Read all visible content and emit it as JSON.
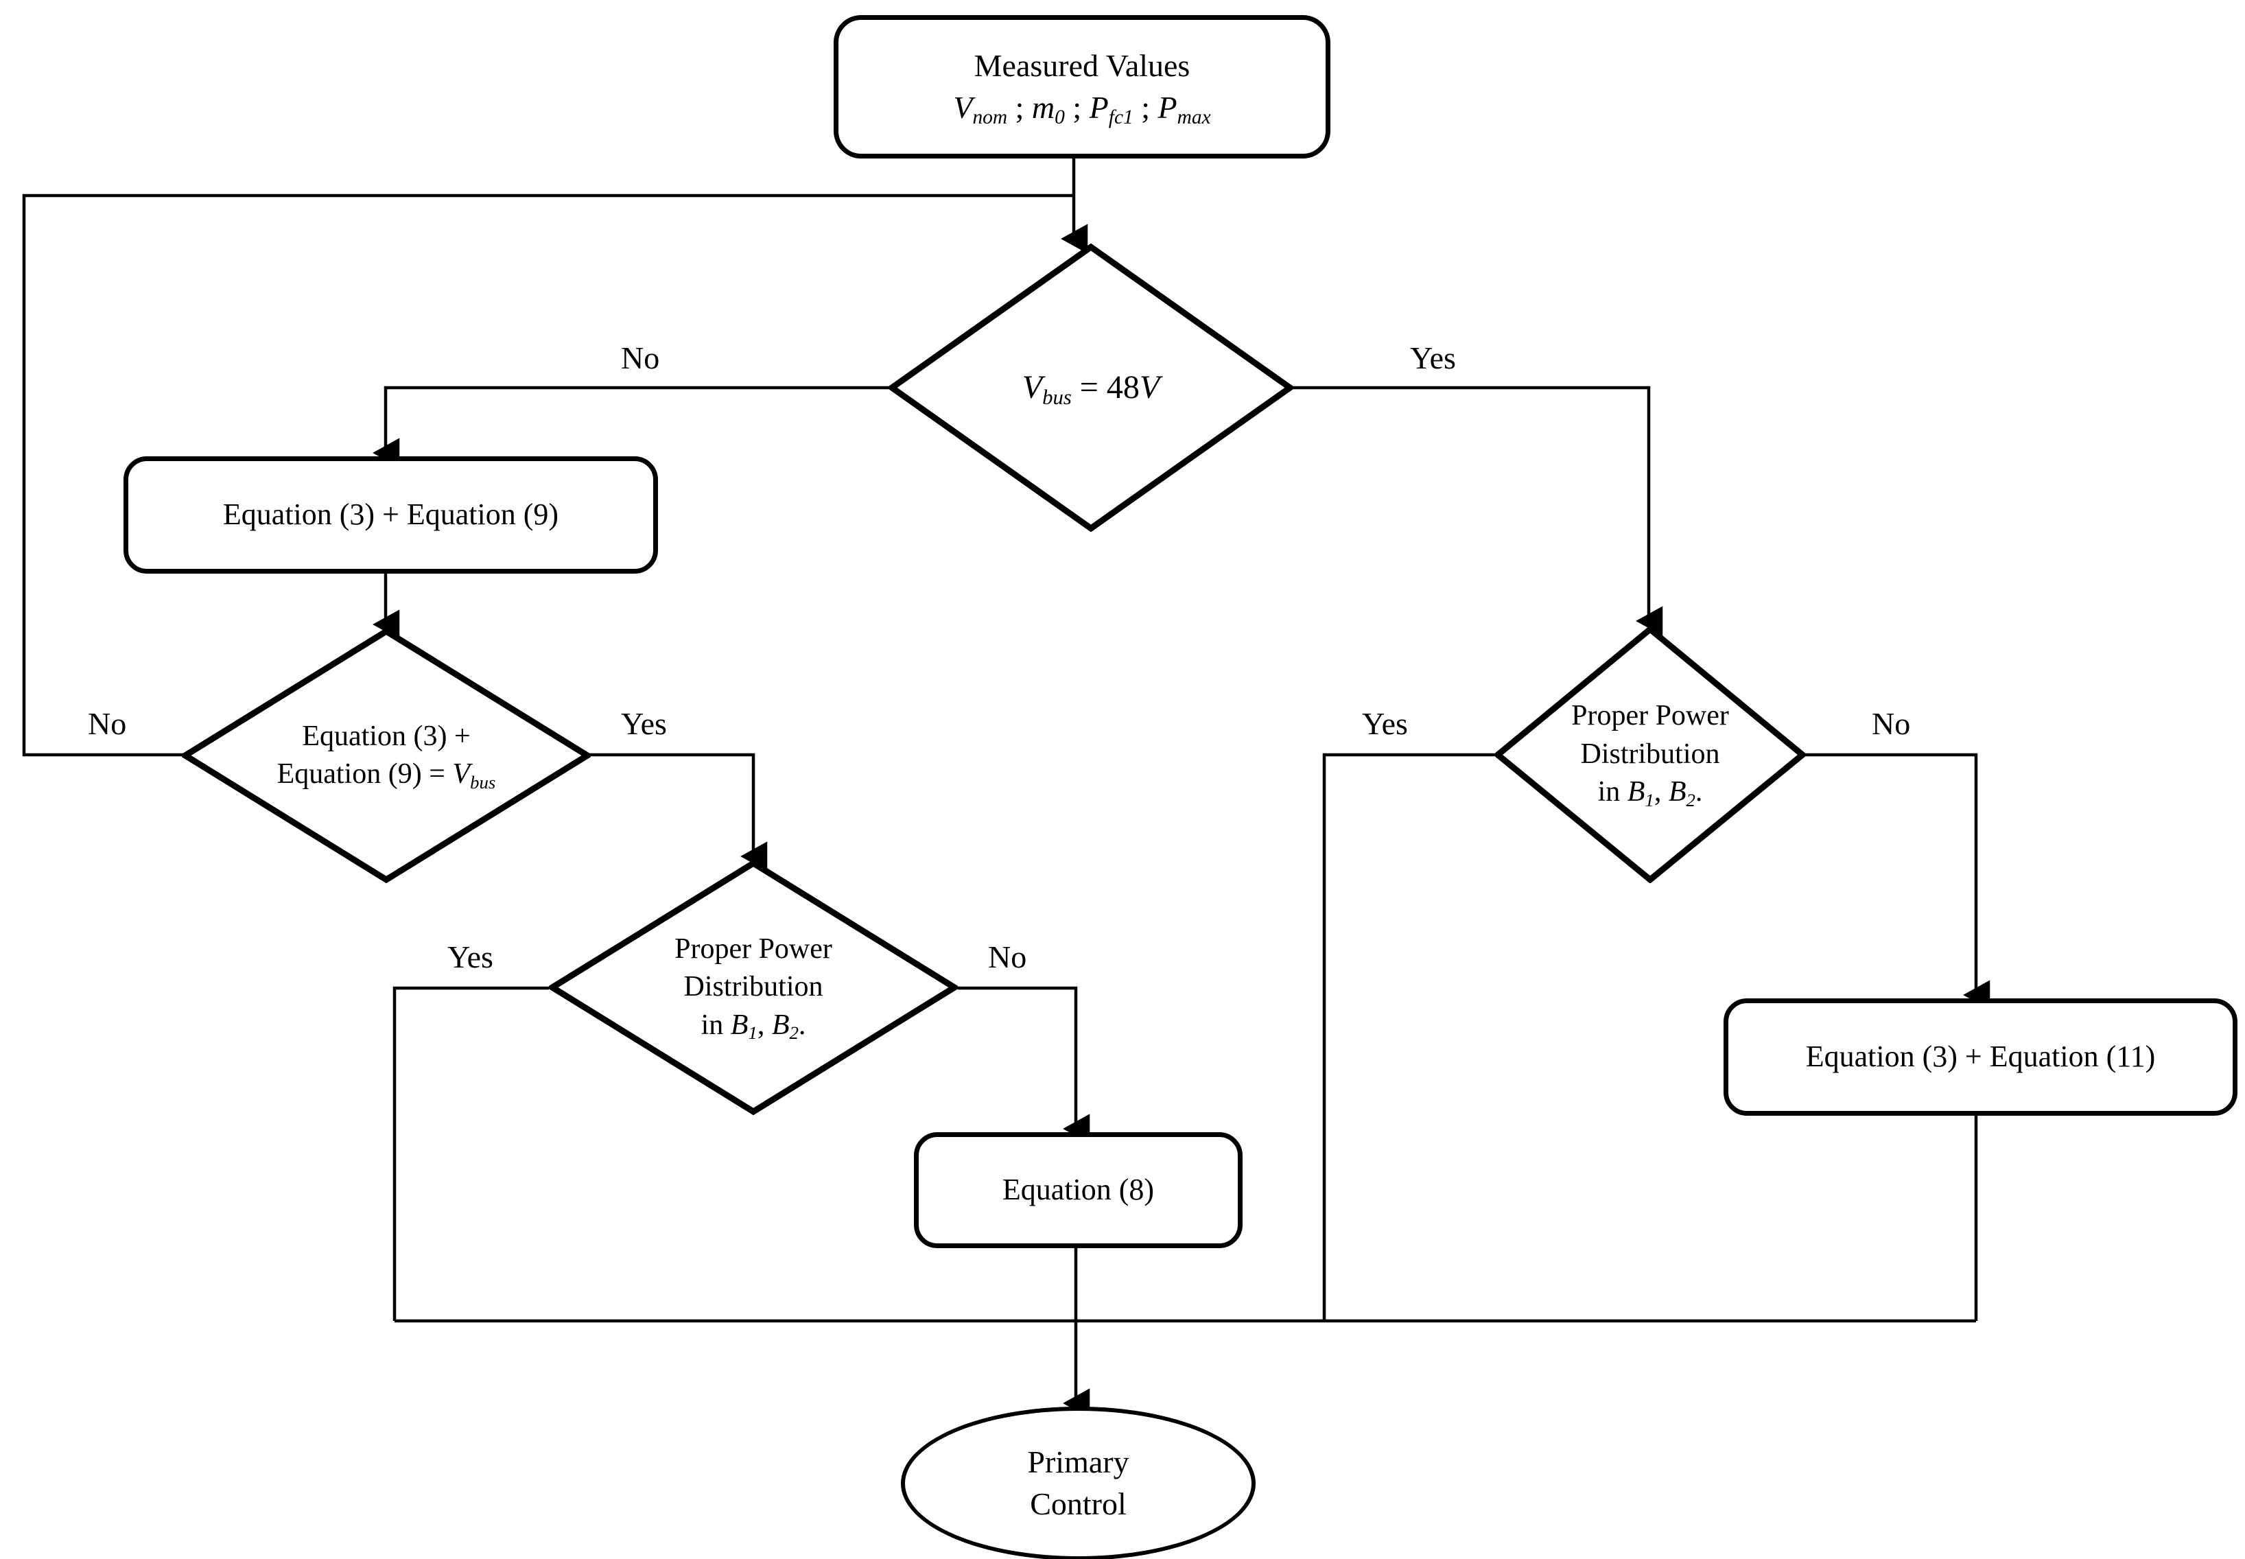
{
  "diagram": {
    "title": "Power distribution control flowchart",
    "stroke_color": "#000000",
    "background_color": "#ffffff",
    "thin_stroke_color": "#1a1a1a"
  },
  "nodes": {
    "measured_values": {
      "shape": "rounded-terminal",
      "line1": "Measured  Values",
      "line2_parts": {
        "v_nom": "V",
        "v_nom_sub": "nom",
        "sep1": " ;  ",
        "m": "m",
        "m_sub": "0",
        "sep2": "  ; ",
        "p_fc1": "P",
        "p_fc1_sub": "fc1",
        "sep3": " ; ",
        "p_max": "P",
        "p_max_sub": "max"
      },
      "plain_text": "Measured Values / V_nom ; m_0 ; P_fc1 ; P_max"
    },
    "decision_vbus": {
      "shape": "diamond",
      "var": "V",
      "var_sub": "bus",
      "rest": "  = 48",
      "unit": "V",
      "plain_text": "V_bus = 48V"
    },
    "equation_3_9": {
      "shape": "process",
      "label": "Equation (3) + Equation (9)"
    },
    "decision_eq_vbus": {
      "shape": "diamond",
      "line1": "Equation (3) +",
      "line2_pre": "Equation (9) = ",
      "line2_var": "V",
      "line2_sub": "bus",
      "plain_text": "Equation (3) + Equation (9) = V_bus"
    },
    "decision_ppd_left": {
      "shape": "diamond",
      "line1": "Proper Power",
      "line2": "Distribution",
      "line3_pre": "in ",
      "line3_b1": "B",
      "line3_b1_sub": "1",
      "line3_mid": ", ",
      "line3_b2": "B",
      "line3_b2_sub": "2",
      "line3_post": ".",
      "plain_text": "Proper Power Distribution in B1, B2."
    },
    "decision_ppd_right": {
      "shape": "diamond",
      "line1": "Proper Power",
      "line2": "Distribution",
      "line3_pre": "in ",
      "line3_b1": "B",
      "line3_b1_sub": "1",
      "line3_mid": ", ",
      "line3_b2": "B",
      "line3_b2_sub": "2",
      "line3_post": ".",
      "plain_text": "Proper Power Distribution in B1, B2."
    },
    "equation_8": {
      "shape": "process",
      "label": "Equation (8)"
    },
    "equation_3_11": {
      "shape": "process",
      "label": "Equation (3) + Equation (11)"
    },
    "primary_control": {
      "shape": "ellipse",
      "line1": "Primary",
      "line2": "Control",
      "plain_text": "Primary Control"
    }
  },
  "edge_labels": {
    "vbus_no": "No",
    "vbus_yes": "Yes",
    "eq_diamond_no": "No",
    "eq_diamond_yes": "Yes",
    "ppd_left_yes": "Yes",
    "ppd_left_no": "No",
    "ppd_right_yes": "Yes",
    "ppd_right_no": "No"
  }
}
